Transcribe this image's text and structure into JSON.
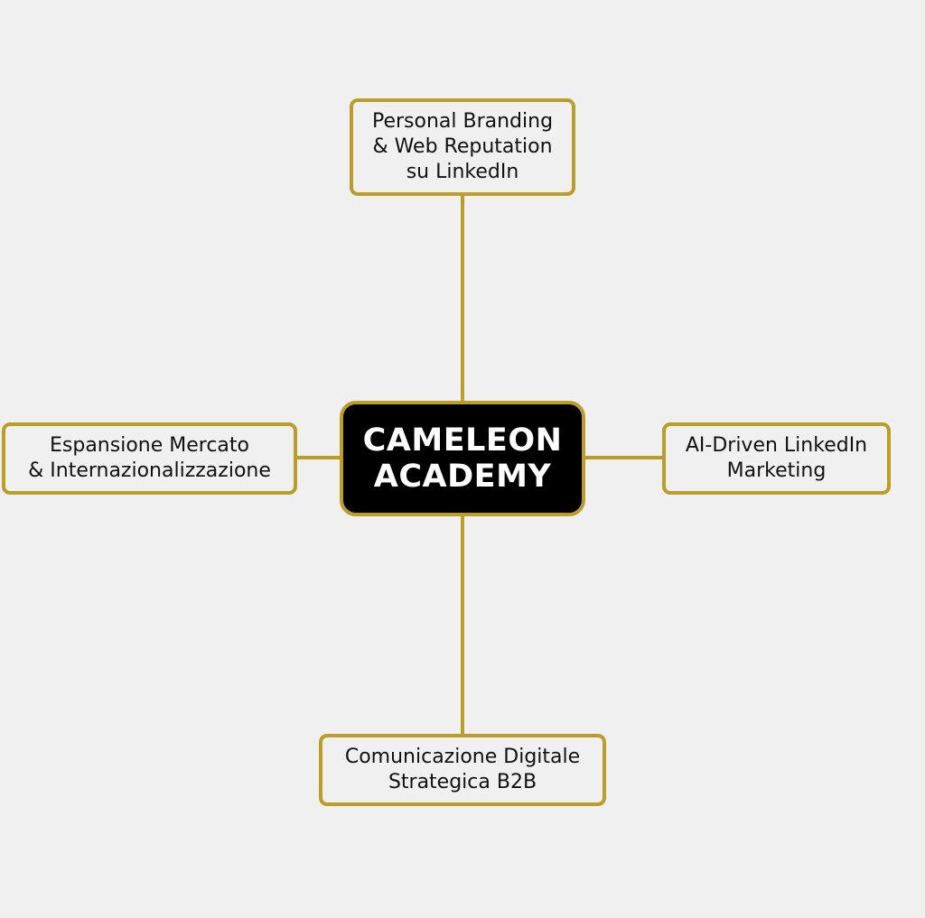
{
  "colors": {
    "background": "#f0f0f0",
    "accent": "#bb9e2a",
    "center_fill": "#000000",
    "center_text": "#ffffff",
    "node_text": "#111111"
  },
  "center": {
    "lines": [
      "CAMELEON",
      "ACADEMY"
    ]
  },
  "nodes": {
    "top": {
      "lines": [
        "Personal Branding",
        "& Web Reputation",
        "su LinkedIn"
      ]
    },
    "left": {
      "lines": [
        "Espansione Mercato",
        "& Internazionalizzazione"
      ]
    },
    "right": {
      "lines": [
        "AI-Driven LinkedIn",
        "Marketing"
      ]
    },
    "bottom": {
      "lines": [
        "Comunicazione Digitale",
        "Strategica B2B"
      ]
    }
  }
}
